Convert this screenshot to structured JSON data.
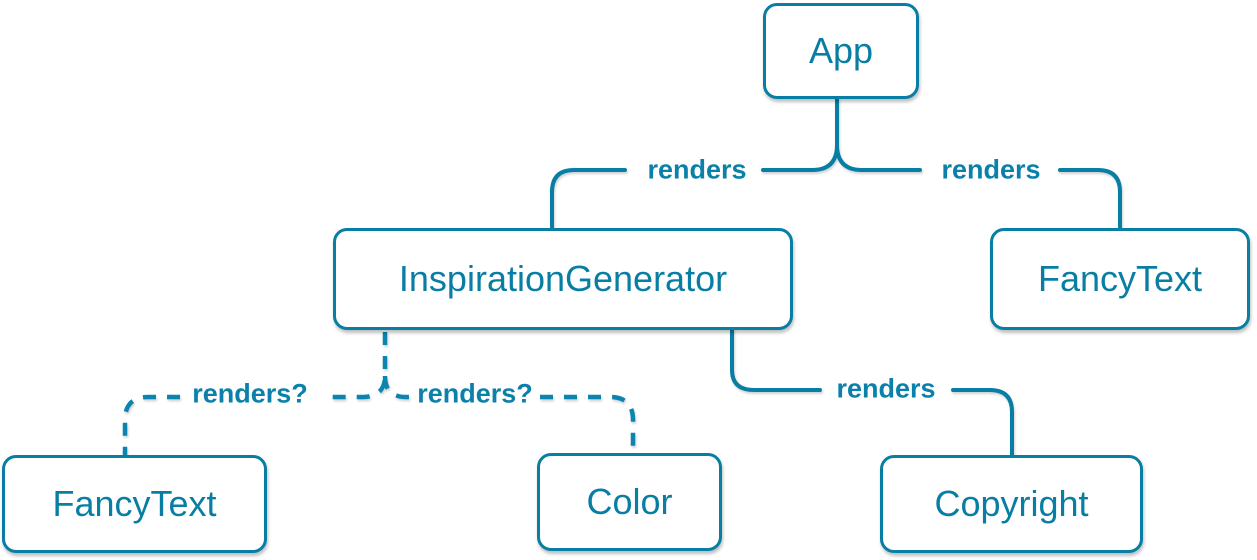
{
  "colors": {
    "accent": "#087ea4",
    "background": "#ffffff"
  },
  "nodes": [
    {
      "id": "app",
      "label": "App"
    },
    {
      "id": "inspiration-generator",
      "label": "InspirationGenerator"
    },
    {
      "id": "fancy-text-top",
      "label": "FancyText"
    },
    {
      "id": "fancy-text-bottom",
      "label": "FancyText"
    },
    {
      "id": "color",
      "label": "Color"
    },
    {
      "id": "copyright",
      "label": "Copyright"
    }
  ],
  "edges": [
    {
      "from": "App",
      "to": "InspirationGenerator",
      "label": "renders",
      "style": "solid"
    },
    {
      "from": "App",
      "to": "FancyText",
      "label": "renders",
      "style": "solid"
    },
    {
      "from": "InspirationGenerator",
      "to": "FancyText",
      "label": "renders?",
      "style": "dashed"
    },
    {
      "from": "InspirationGenerator",
      "to": "Color",
      "label": "renders?",
      "style": "dashed"
    },
    {
      "from": "InspirationGenerator",
      "to": "Copyright",
      "label": "renders",
      "style": "solid"
    }
  ]
}
